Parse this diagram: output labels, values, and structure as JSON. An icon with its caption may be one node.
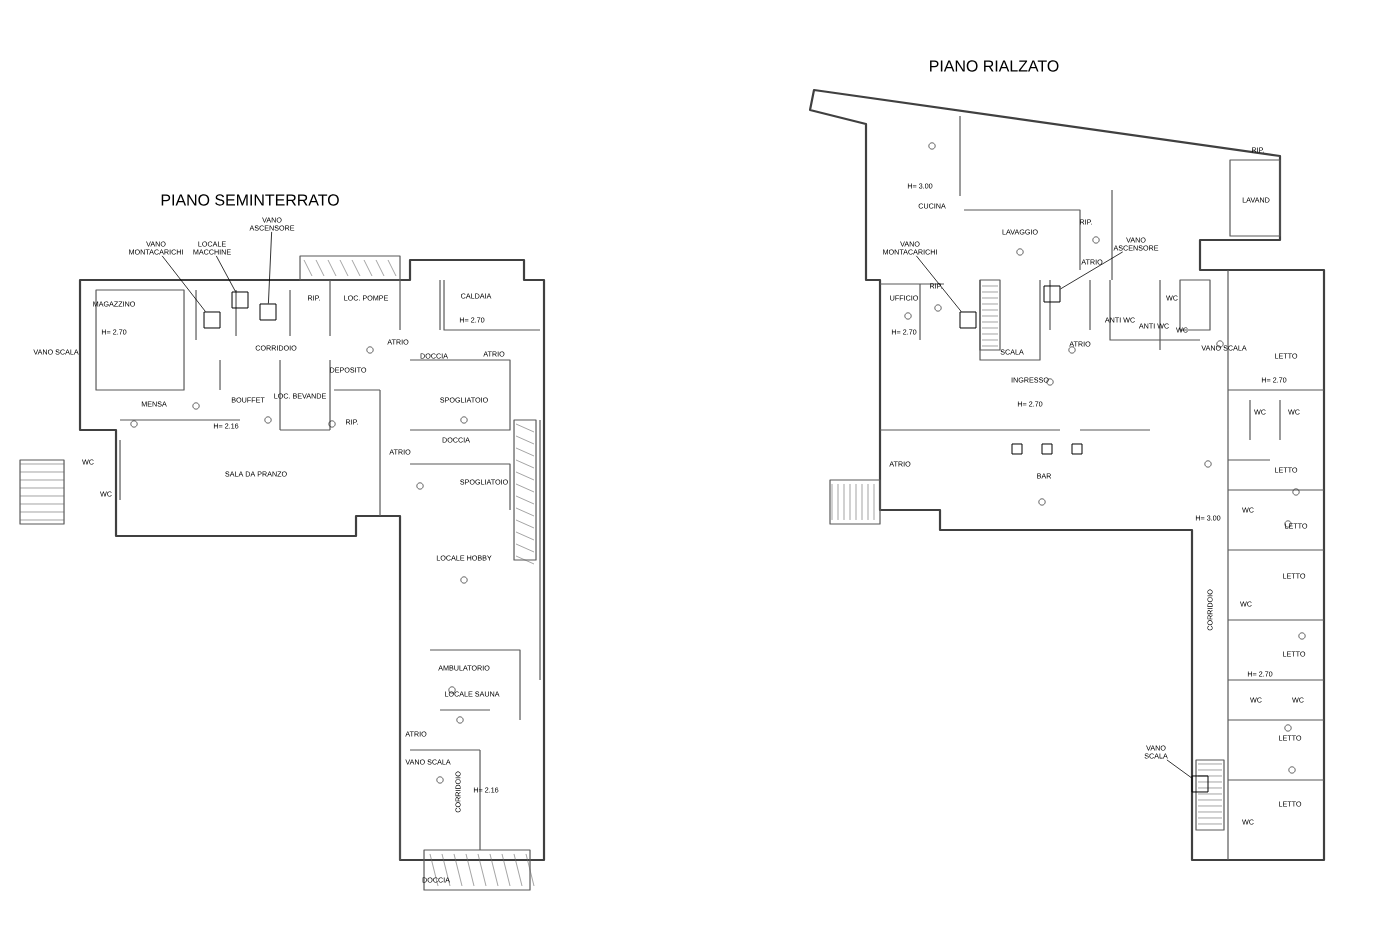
{
  "diagram": {
    "nodes": [
      {
        "text": [
          "VANO MONTACARICHI"
        ]
      },
      {
        "text": [],
        "shape": "box"
      },
      {
        "text": [
          "LOCALE MACCHINE"
        ]
      },
      {
        "text": [],
        "shape": "box"
      },
      {
        "text": [
          "VANO ASCENSORE"
        ]
      },
      {
        "text": [],
        "shape": "box"
      },
      {
        "text": [
          "VANO MONTACARICHI"
        ]
      },
      {
        "text": [],
        "shape": "box"
      },
      {
        "text": [
          "VANO ASCENSORE"
        ]
      },
      {
        "text": [],
        "shape": "box"
      },
      {
        "text": [
          "VANO SCALA"
        ]
      },
      {
        "text": [],
        "shape": "box"
      }
    ],
    "edges": [
      {
        "from": 0,
        "to": 1,
        "arrow": "none"
      },
      {
        "from": 2,
        "to": 3,
        "arrow": "none"
      },
      {
        "from": 4,
        "to": 5,
        "arrow": "none"
      },
      {
        "from": 6,
        "to": 7,
        "arrow": "none"
      },
      {
        "from": 8,
        "to": 9,
        "arrow": "none"
      },
      {
        "from": 10,
        "to": 11,
        "arrow": "none"
      }
    ],
    "labels": [
      "PIANO SEMINTERRATO",
      "MAGAZZINO",
      "H= 2.70",
      "VANO SCALA",
      "RIP.",
      "LOC. POMPE",
      "CALDAIA",
      "H= 2.70",
      "CORRIDOIO",
      "ATRIO",
      "DOCCIA",
      "ATRIO",
      "DEPOSITO",
      "MENSA",
      "BOUFFET",
      "LOC. BEVANDE",
      "SPOGLIATOIO",
      "RIP.",
      "DOCCIA",
      "ATRIO",
      "SPOGLIATOIO",
      "H= 2.16",
      "SALA DA PRANZO",
      "WC",
      "WC",
      "LOCALE HOBBY",
      "AMBULATORIO",
      "LOCALE SAUNA",
      "ATRIO",
      "VANO SCALA",
      "CORRIDOIO",
      "H= 2.16",
      "DOCCIA",
      "PIANO RIALZATO",
      "RIP.",
      "LAVAND",
      "H= 3.00",
      "CUCINA",
      "LAVAGGIO",
      "RIP.",
      "ATRIO",
      "UFFICIO",
      "RIP.",
      "H= 2.70",
      "SCALA",
      "ATRIO",
      "ANTI WC",
      "WC",
      "ANTI WC",
      "WC",
      "VANO SCALA",
      "INGRESSO",
      "H= 2.70",
      "ATRIO",
      "BAR",
      "LETTO",
      "H= 2.70",
      "WC",
      "WC",
      "LETTO",
      "WC",
      "H= 3.00",
      "LETTO",
      "CORRIDOIO",
      "LETTO",
      "WC",
      "LETTO",
      "H= 2.70",
      "WC",
      "WC",
      "LETTO",
      "LETTO",
      "WC"
    ]
  }
}
